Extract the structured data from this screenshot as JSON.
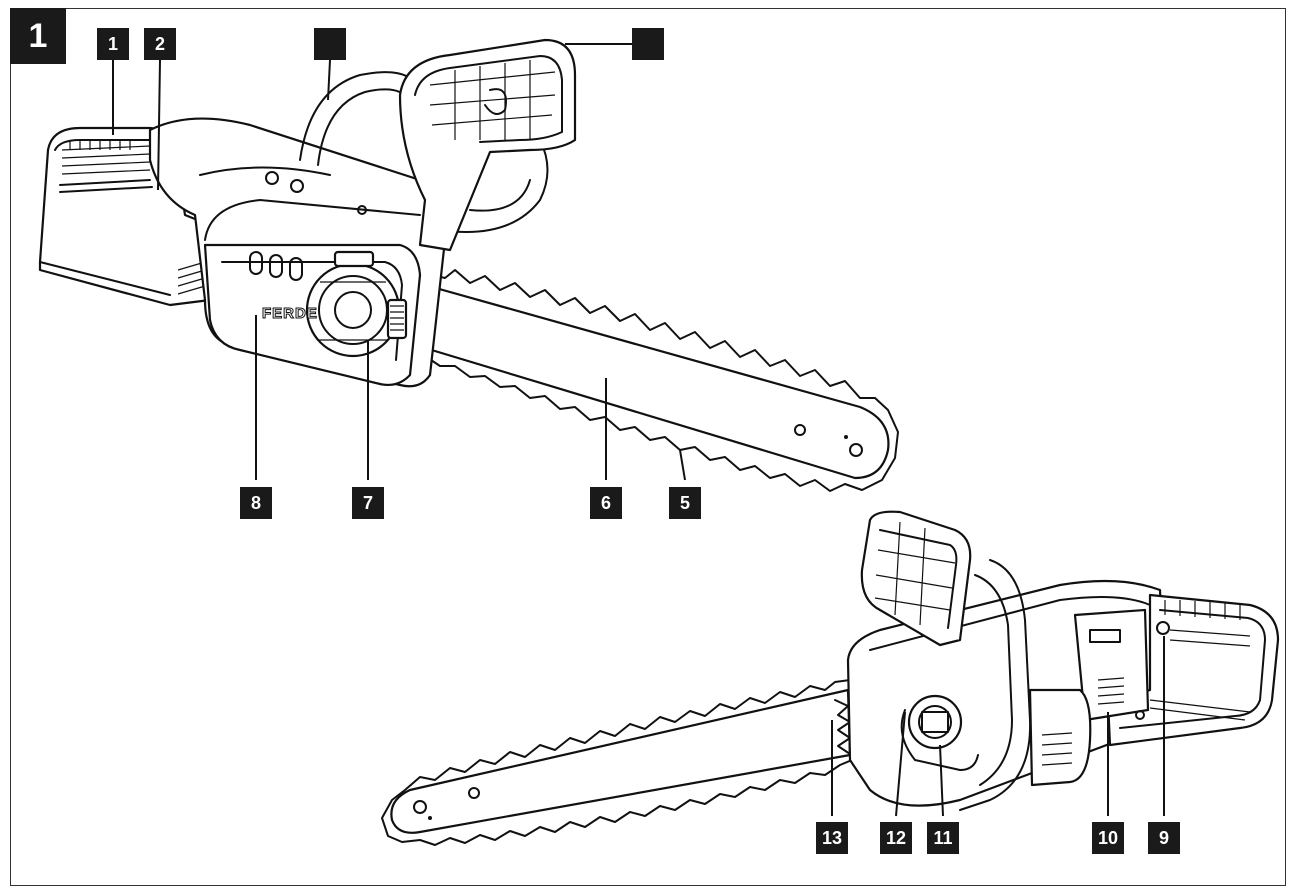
{
  "figure_number": "1",
  "brand_text": "FERDE",
  "callouts": {
    "c1": "1",
    "c2": "2",
    "c3": "",
    "c4": "",
    "c5": "5",
    "c6": "6",
    "c7": "7",
    "c8": "8",
    "c9": "9",
    "c10": "10",
    "c11": "11",
    "c12": "12",
    "c13": "13"
  }
}
